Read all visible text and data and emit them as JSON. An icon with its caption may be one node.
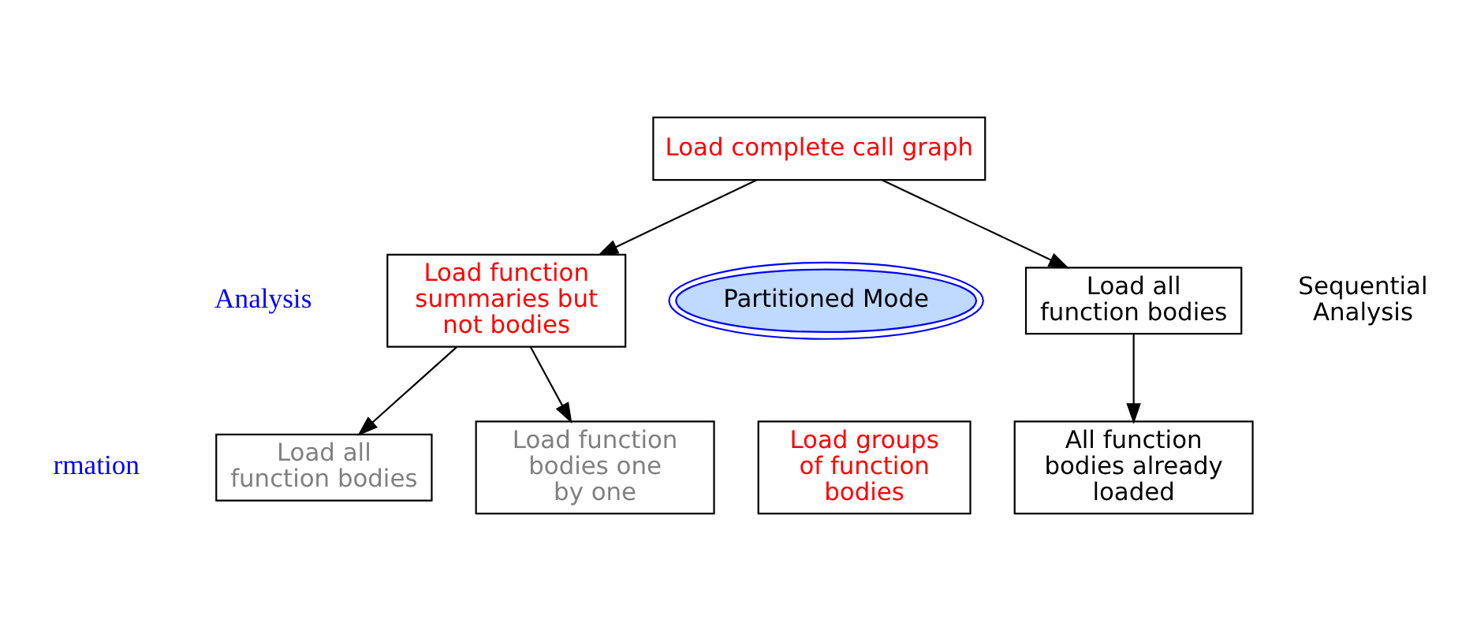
{
  "diagram": {
    "nodes": [
      {
        "text": [
          "Load complete call graph"
        ]
      },
      {
        "text": [
          "Load function summaries but not bodies"
        ]
      },
      {
        "text": [
          "Load all function bodies"
        ]
      },
      {
        "text": [
          "Load all function bodies"
        ]
      },
      {
        "text": [
          "Load function bodies one by one"
        ]
      },
      {
        "text": [
          "Load groups of function bodies"
        ]
      },
      {
        "text": [
          "All function bodies already loaded"
        ]
      },
      {
        "text": [
          "Partitioned Mode"
        ]
      }
    ],
    "edges": [
      {
        "from": 0,
        "to": 1,
        "arrow": "to"
      },
      {
        "from": 0,
        "to": 2,
        "arrow": "to"
      },
      {
        "from": 1,
        "to": 3,
        "arrow": "to"
      },
      {
        "from": 1,
        "to": 4,
        "arrow": "to"
      },
      {
        "from": 2,
        "to": 6,
        "arrow": "to"
      }
    ],
    "labels": [
      "Analysis",
      "Sequential Analysis",
      "rmation"
    ]
  }
}
